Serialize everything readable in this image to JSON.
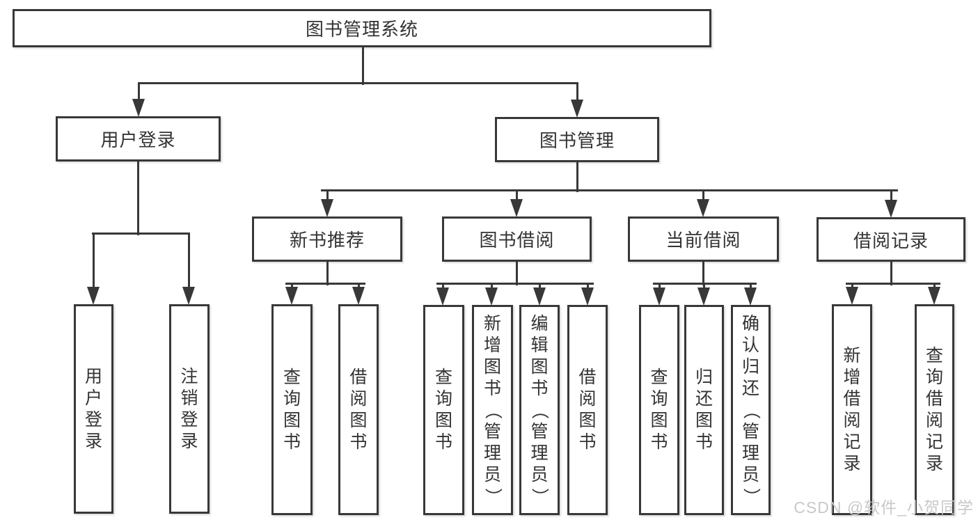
{
  "diagram_title": "图书管理系统",
  "colors": {
    "line": "#383838",
    "text": "#333333",
    "background": "#ffffff",
    "watermark": "#c9c9c9"
  },
  "nodes": {
    "root": {
      "label": "图书管理系统"
    },
    "userLogin": {
      "label": "用户登录"
    },
    "bookMgmt": {
      "label": "图书管理"
    },
    "newBookRec": {
      "label": "新书推荐"
    },
    "bookBorrow": {
      "label": "图书借阅"
    },
    "currentBorrow": {
      "label": "当前借阅"
    },
    "borrowRecords": {
      "label": "借阅记录"
    },
    "leafUserLogin": {
      "label": "用户登录"
    },
    "leafLogout": {
      "label": "注销登录"
    },
    "leafRecQueryBook": {
      "label": "查询图书"
    },
    "leafRecBorrowBook": {
      "label": "借阅图书"
    },
    "leafBorQueryBook": {
      "label": "查询图书"
    },
    "leafBorAddBook": {
      "label": "新增图书（管理员）"
    },
    "leafBorEditBook": {
      "label": "编辑图书（管理员）"
    },
    "leafBorBorrowBook": {
      "label": "借阅图书"
    },
    "leafCurQueryBook": {
      "label": "查询图书"
    },
    "leafCurReturnBook": {
      "label": "归还图书"
    },
    "leafCurConfirmReturn": {
      "label": "确认归还（管理员）"
    },
    "leafRecordAdd": {
      "label": "新增借阅记录"
    },
    "leafRecordQuery": {
      "label": "查询借阅记录"
    }
  },
  "structure": {
    "root": [
      "userLogin",
      "bookMgmt"
    ],
    "userLogin": [
      "leafUserLogin",
      "leafLogout"
    ],
    "bookMgmt": [
      "newBookRec",
      "bookBorrow",
      "currentBorrow",
      "borrowRecords"
    ],
    "newBookRec": [
      "leafRecQueryBook",
      "leafRecBorrowBook"
    ],
    "bookBorrow": [
      "leafBorQueryBook",
      "leafBorAddBook",
      "leafBorEditBook",
      "leafBorBorrowBook"
    ],
    "currentBorrow": [
      "leafCurQueryBook",
      "leafCurReturnBook",
      "leafCurConfirmReturn"
    ],
    "borrowRecords": [
      "leafRecordAdd",
      "leafRecordQuery"
    ]
  },
  "watermark": "CSDN @软件_小贺同学"
}
